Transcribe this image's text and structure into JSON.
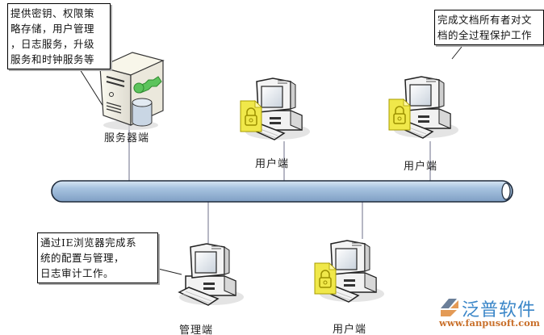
{
  "callouts": {
    "server": [
      "提供密钥、权限策",
      "略存储，用户管理",
      "，日志服务，升级",
      "服务和时钟服务等"
    ],
    "user_top_right": [
      "完成文档所有者对文",
      "档的全过程保护工作"
    ],
    "admin": [
      "通过IE浏览器完成系",
      "统的配置与管理，",
      "日志审计工作。"
    ]
  },
  "nodes": {
    "server": "服务器端",
    "user_top_center": "用户端",
    "user_top_right": "用户端",
    "admin": "管理端",
    "user_bottom": "用户端"
  },
  "logo": {
    "name": "泛普软件",
    "url": "www.fanpusoft.com"
  },
  "colors": {
    "bus": "#9dbbd8",
    "lock_doc": "#f0e84a",
    "key": "#5cc45c",
    "logo_blue": "#3a86c8",
    "logo_orange": "#c9702b"
  }
}
